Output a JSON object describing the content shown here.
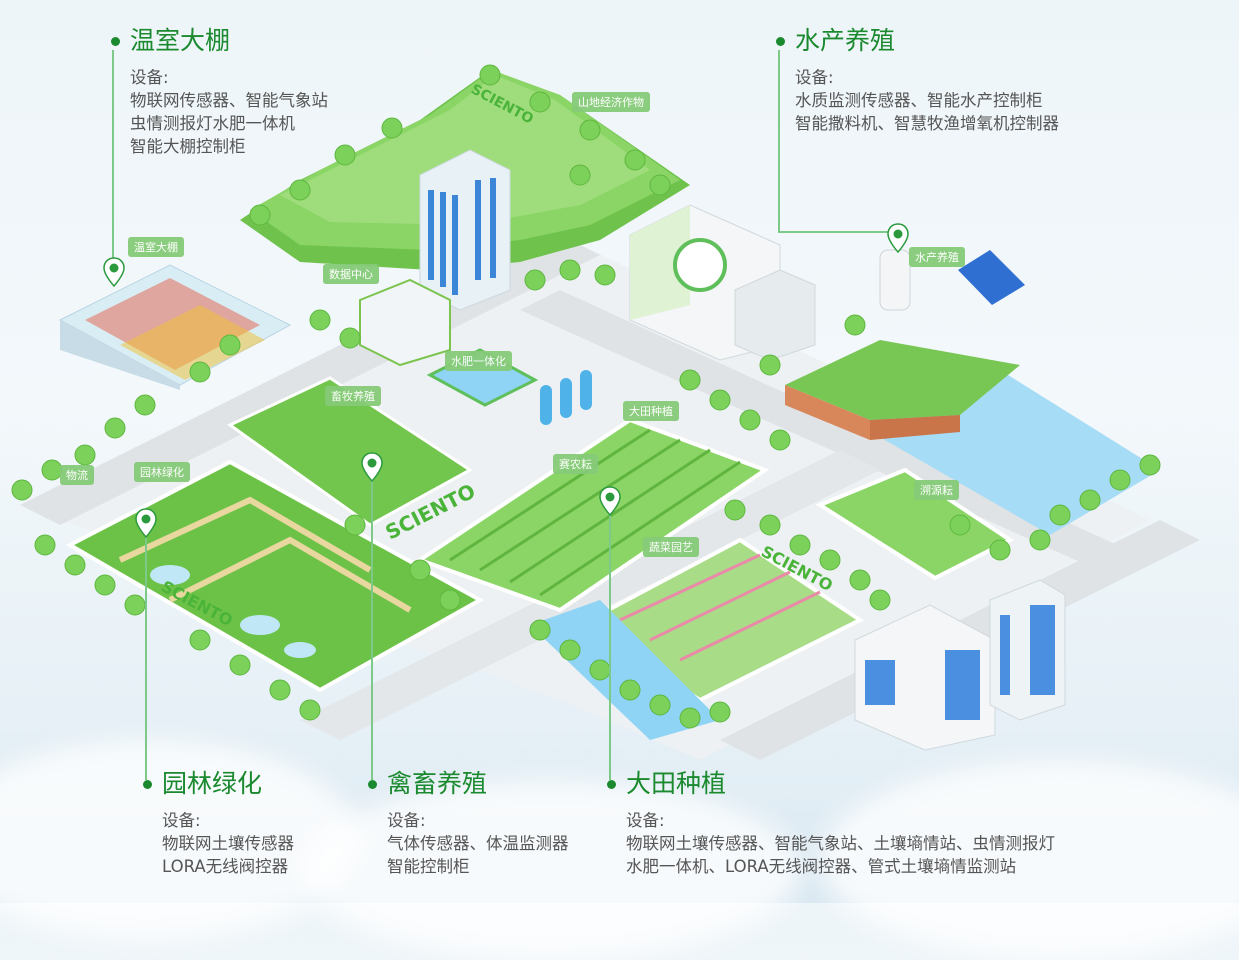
{
  "labels": {
    "equipment": "设备:"
  },
  "sections": {
    "greenhouse": {
      "title": "温室大棚",
      "lines": [
        "物联网传感器、智能气象站",
        "虫情测报灯水肥一体机",
        "智能大棚控制柜"
      ]
    },
    "aquaculture": {
      "title": "水产养殖",
      "lines": [
        "水质监测传感器、智能水产控制柜",
        "智能撒料机、智慧牧渔增氧机控制器"
      ]
    },
    "landscaping": {
      "title": "园林绿化",
      "lines": [
        "物联网土壤传感器",
        "LORA无线阀控器"
      ]
    },
    "livestock": {
      "title": "禽畜养殖",
      "lines": [
        "气体传感器、体温监测器",
        "智能控制柜"
      ]
    },
    "field": {
      "title": "大田种植",
      "lines": [
        "物联网土壤传感器、智能气象站、土壤墒情站、虫情测报灯",
        "水肥一体机、LORA无线阀控器、管式土壤墒情监测站"
      ]
    }
  },
  "map_tags": {
    "greenhouse": "温室大棚",
    "mountain": "山地经济作物",
    "data_center": "数据中心",
    "fertigation": "水肥一体化",
    "livestock": "畜牧养殖",
    "field": "大田种植",
    "logistics": "物流",
    "landscaping": "园林绿化",
    "sainong": "赛农耘",
    "aquaculture": "水产养殖",
    "traceability": "溯源耘",
    "vegetables": "蔬菜园艺"
  },
  "brand": "SCIENTO",
  "colors": {
    "accent": "#1b8a2f",
    "tag": "#86cb78",
    "grass": "#7ccc5a",
    "water": "#8fd3f5",
    "road": "#e2e6e8"
  }
}
